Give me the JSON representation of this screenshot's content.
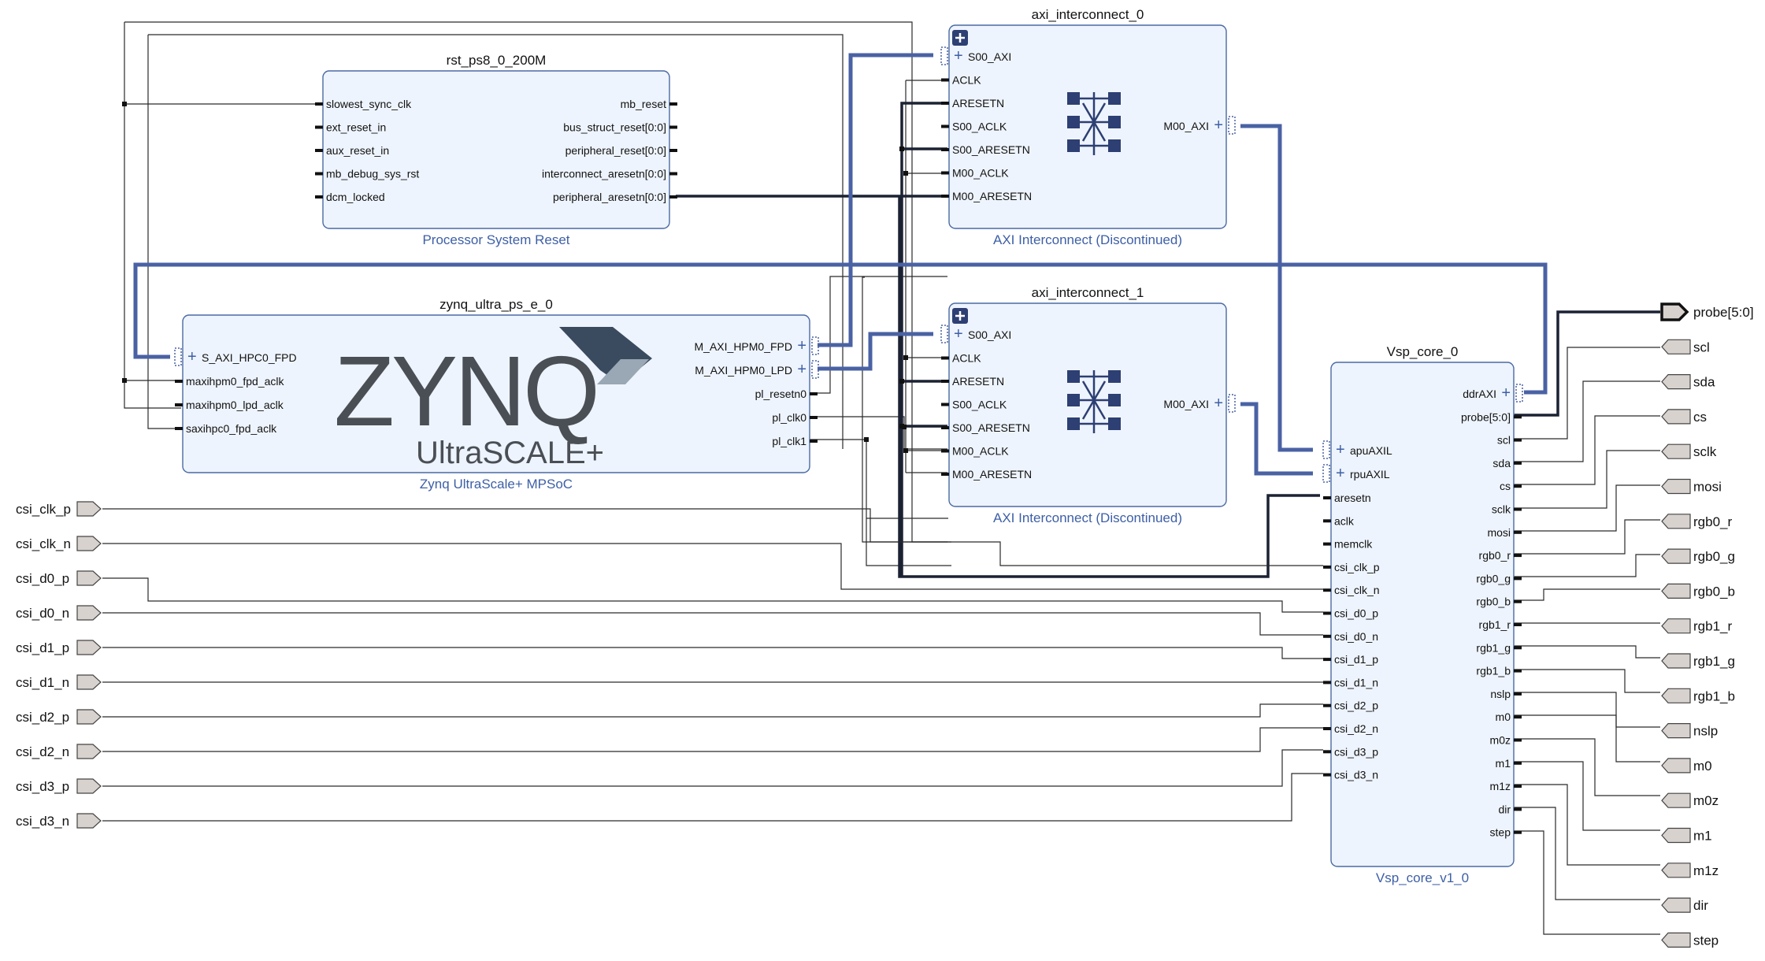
{
  "blocks": {
    "rst": {
      "instance": "rst_ps8_0_200M",
      "type": "Processor System Reset",
      "left_pins": [
        "slowest_sync_clk",
        "ext_reset_in",
        "aux_reset_in",
        "mb_debug_sys_rst",
        "dcm_locked"
      ],
      "right_pins": [
        "mb_reset",
        "bus_struct_reset[0:0]",
        "peripheral_reset[0:0]",
        "interconnect_aresetn[0:0]",
        "peripheral_aresetn[0:0]"
      ]
    },
    "zynq": {
      "instance": "zynq_ultra_ps_e_0",
      "type": "Zynq UltraScale+ MPSoC",
      "logo_word": "ZYNQ",
      "logo_sub": "UltraSCALE+",
      "left_pins": [
        "S_AXI_HPC0_FPD",
        "maxihpm0_fpd_aclk",
        "maxihpm0_lpd_aclk",
        "saxihpc0_fpd_aclk"
      ],
      "right_pins": [
        "M_AXI_HPM0_FPD",
        "M_AXI_HPM0_LPD",
        "pl_resetn0",
        "pl_clk0",
        "pl_clk1"
      ]
    },
    "axi0": {
      "instance": "axi_interconnect_0",
      "type": "AXI Interconnect (Discontinued)",
      "left_pins": [
        "S00_AXI",
        "ACLK",
        "ARESETN",
        "S00_ACLK",
        "S00_ARESETN",
        "M00_ACLK",
        "M00_ARESETN"
      ],
      "right_pins": [
        "M00_AXI"
      ]
    },
    "axi1": {
      "instance": "axi_interconnect_1",
      "type": "AXI Interconnect (Discontinued)",
      "left_pins": [
        "S00_AXI",
        "ACLK",
        "ARESETN",
        "S00_ACLK",
        "S00_ARESETN",
        "M00_ACLK",
        "M00_ARESETN"
      ],
      "right_pins": [
        "M00_AXI"
      ]
    },
    "vsp": {
      "instance": "Vsp_core_0",
      "type": "Vsp_core_v1_0",
      "left_pins": [
        "apuAXIL",
        "rpuAXIL",
        "aresetn",
        "aclk",
        "memclk",
        "csi_clk_p",
        "csi_clk_n",
        "csi_d0_p",
        "csi_d0_n",
        "csi_d1_p",
        "csi_d1_n",
        "csi_d2_p",
        "csi_d2_n",
        "csi_d3_p",
        "csi_d3_n"
      ],
      "right_pins": [
        "ddrAXI",
        "probe[5:0]",
        "scl",
        "sda",
        "cs",
        "sclk",
        "mosi",
        "rgb0_r",
        "rgb0_g",
        "rgb0_b",
        "rgb1_r",
        "rgb1_g",
        "rgb1_b",
        "nslp",
        "m0",
        "m0z",
        "m1",
        "m1z",
        "dir",
        "step"
      ]
    }
  },
  "input_ports": [
    "csi_clk_p",
    "csi_clk_n",
    "csi_d0_p",
    "csi_d0_n",
    "csi_d1_p",
    "csi_d1_n",
    "csi_d2_p",
    "csi_d2_n",
    "csi_d3_p",
    "csi_d3_n"
  ],
  "output_ports": [
    "probe[5:0]",
    "scl",
    "sda",
    "cs",
    "sclk",
    "mosi",
    "rgb0_r",
    "rgb0_g",
    "rgb0_b",
    "rgb1_r",
    "rgb1_g",
    "rgb1_b",
    "nslp",
    "m0",
    "m0z",
    "m1",
    "m1z",
    "dir",
    "step"
  ],
  "colors": {
    "block_fill": "#eef4fd",
    "block_border": "#4a6aa3",
    "bus": "#4a62a4",
    "wire": "#2a2a2a",
    "port_fill": "#d8d2ce",
    "subtitle": "#3d5fa6"
  }
}
